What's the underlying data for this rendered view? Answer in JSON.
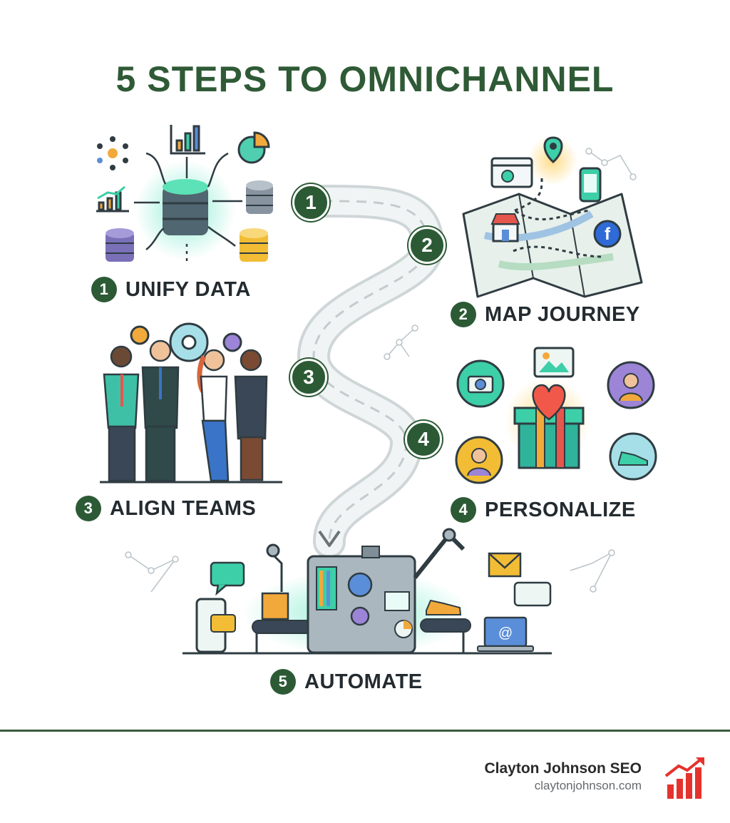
{
  "title": "5 STEPS TO OMNICHANNEL",
  "steps": [
    {
      "number": "1",
      "label": "UNIFY DATA"
    },
    {
      "number": "2",
      "label": "MAP JOURNEY"
    },
    {
      "number": "3",
      "label": "ALIGN TEAMS"
    },
    {
      "number": "4",
      "label": "PERSONALIZE"
    },
    {
      "number": "5",
      "label": "AUTOMATE"
    }
  ],
  "footer": {
    "brand_name": "Clayton Johnson SEO",
    "brand_url": "claytonjohnson.com"
  },
  "colors": {
    "brand_green": "#2c5a35",
    "title_green": "#2f5a36",
    "accent_teal": "#3ccfa8",
    "logo_red": "#e5322d"
  }
}
